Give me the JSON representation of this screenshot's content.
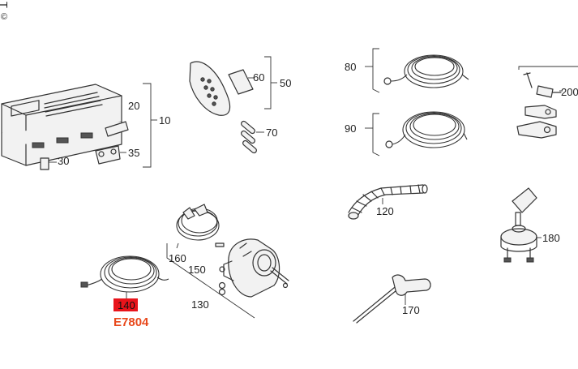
{
  "corner_mark": "T",
  "corner_symbol": "©",
  "labels": {
    "p10": "10",
    "p20": "20",
    "p30": "30",
    "p35": "35",
    "p50": "50",
    "p60": "60",
    "p70": "70",
    "p80": "80",
    "p90": "90",
    "p120": "120",
    "p130": "130",
    "p140": "140",
    "p150": "150",
    "p160": "160",
    "p170": "170",
    "p180": "180",
    "p200": "200"
  },
  "highlight": {
    "part": "140",
    "code": "E7804",
    "box_color": "#e8141b",
    "code_color": "#e8481b"
  }
}
